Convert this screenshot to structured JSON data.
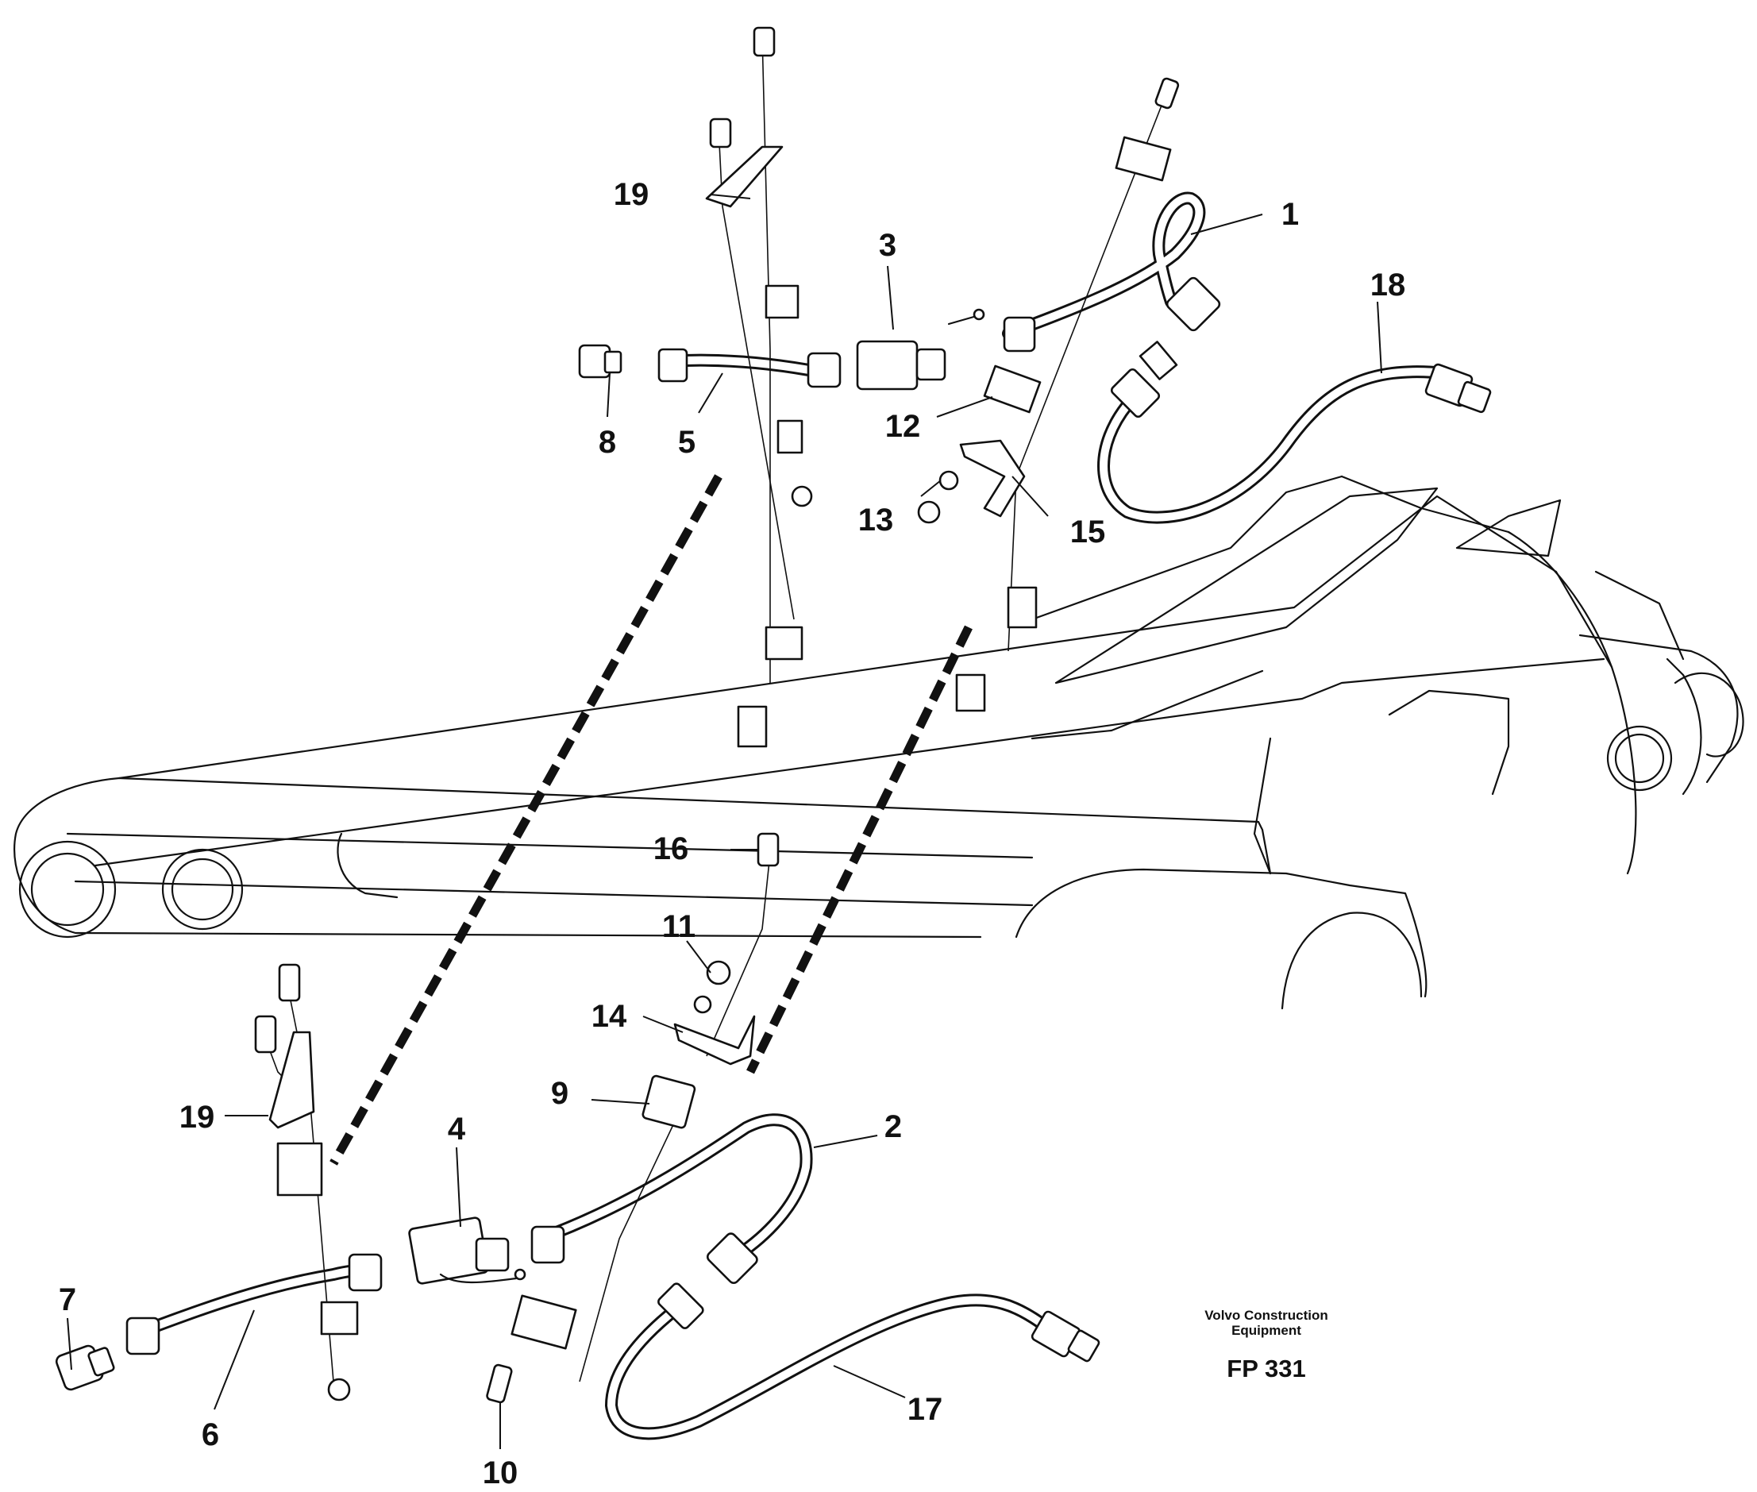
{
  "labels": [
    "1",
    "2",
    "3",
    "4",
    "5",
    "6",
    "7",
    "8",
    "9",
    "10",
    "11",
    "12",
    "13",
    "14",
    "15",
    "16",
    "17",
    "18",
    "19",
    "19"
  ],
  "brand": {
    "line1": "Volvo Construction",
    "line2": "Equipment"
  },
  "figure_code": "FP 331"
}
